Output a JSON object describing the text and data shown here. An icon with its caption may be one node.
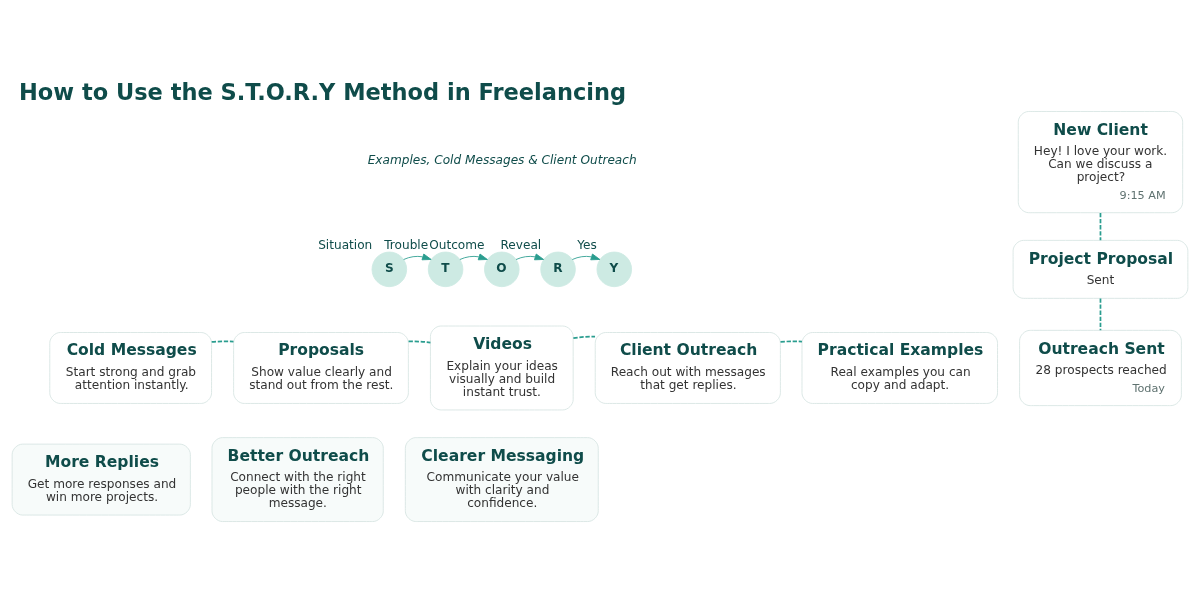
{
  "diagram": {
    "title": "How to Use the S.T.O.R.Y Method in Freelancing",
    "nodes": [
      {
        "text": [
          "S"
        ],
        "beside": [
          "Situation"
        ]
      },
      {
        "text": [
          "T"
        ],
        "beside": [
          "Trouble"
        ]
      },
      {
        "text": [
          "O"
        ],
        "beside": [
          "Outcome"
        ]
      },
      {
        "text": [
          "R"
        ],
        "beside": [
          "Reveal"
        ]
      },
      {
        "text": [
          "Y"
        ],
        "beside": [
          "Yes"
        ]
      },
      {
        "text": [
          "Cold Messages",
          "Start strong and grab attention instantly."
        ]
      },
      {
        "text": [
          "Proposals",
          "Show value clearly and stand out from the rest."
        ]
      },
      {
        "text": [
          "Videos",
          "Explain your ideas visually and build instant trust."
        ]
      },
      {
        "text": [
          "Client Outreach",
          "Reach out with messages that get replies."
        ]
      },
      {
        "text": [
          "Practical Examples",
          "Real examples you can copy and adapt."
        ]
      },
      {
        "text": [
          "Better Outreach",
          "Connect with the right people with the right message."
        ]
      },
      {
        "text": [
          "Clearer Messaging",
          "Communicate your value with clarity and confidence."
        ]
      },
      {
        "text": [
          "More Replies",
          "Get more responses and win more projects."
        ]
      },
      {
        "text": [
          "New Client",
          "Hey! I love your work. Can we discuss a project?",
          "9:15 AM"
        ]
      },
      {
        "text": [
          "Project Proposal",
          "Sent"
        ]
      },
      {
        "text": [
          "Outreach Sent",
          "28 prospects reached",
          "Today"
        ]
      }
    ],
    "edges": [
      {
        "from": 0,
        "to": 1,
        "arrow": "to"
      },
      {
        "from": 1,
        "to": 2,
        "arrow": "to"
      },
      {
        "from": 2,
        "to": 3,
        "arrow": "to"
      },
      {
        "from": 3,
        "to": 4,
        "arrow": "to"
      },
      {
        "from": 5,
        "to": 6,
        "arrow": "none",
        "style": "dashed"
      },
      {
        "from": 6,
        "to": 7,
        "arrow": "none",
        "style": "dashed"
      },
      {
        "from": 7,
        "to": 8,
        "arrow": "none",
        "style": "dashed"
      },
      {
        "from": 8,
        "to": 9,
        "arrow": "none",
        "style": "dashed"
      },
      {
        "from": 13,
        "to": 14,
        "arrow": "none",
        "style": "dashed"
      },
      {
        "from": 14,
        "to": 15,
        "arrow": "none",
        "style": "dashed"
      }
    ],
    "labels": [
      "Examples, Cold Messages & Client Outreach"
    ]
  }
}
